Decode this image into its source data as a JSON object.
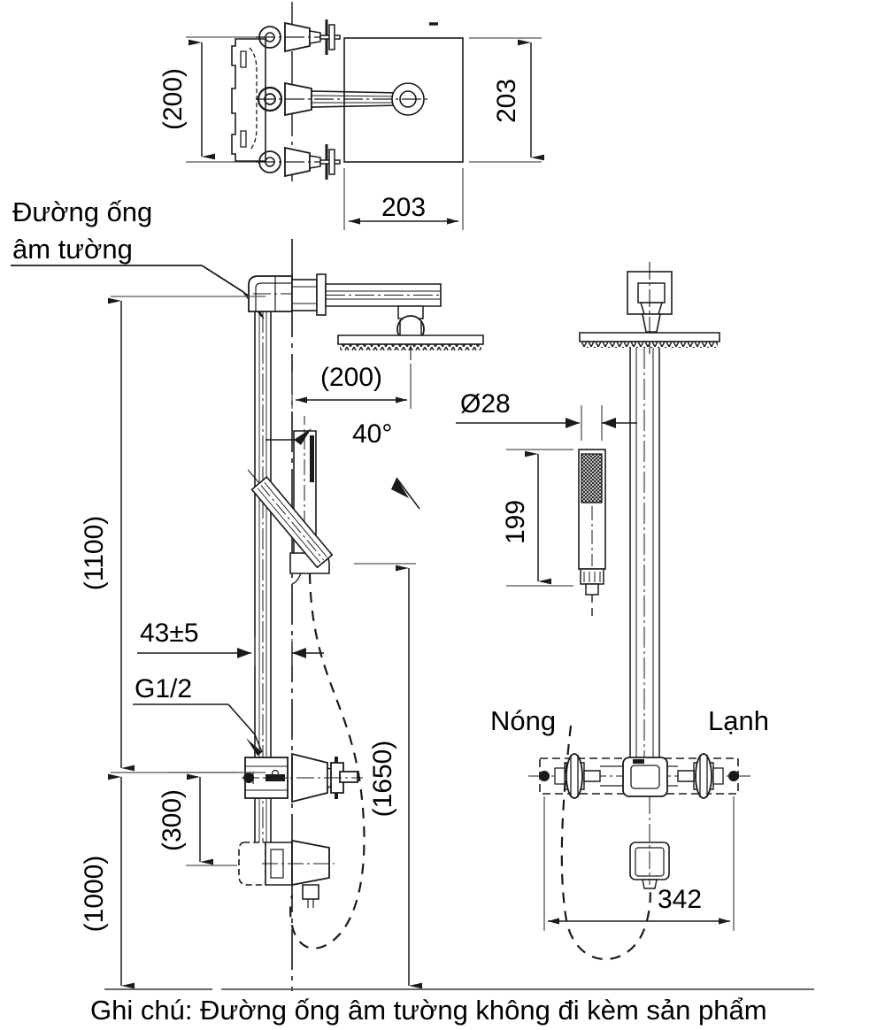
{
  "document": {
    "type": "technical-drawing",
    "subject": "Wall-mounted shower column installation dimension drawing",
    "language": "vi",
    "line_color": "#1a1a1a",
    "background_color": "#ffffff"
  },
  "labels": {
    "wall_pipe_line1": "Đường ống",
    "wall_pipe_line2": "âm tường",
    "hot": "Nóng",
    "cold": "Lạnh",
    "thread_spec": "G1/2",
    "note": "Ghi chú: Đường ống âm tường không đi kèm sản phẩm"
  },
  "dimensions": {
    "top_view_vertical": "(200)",
    "top_view_depth_right": "203",
    "top_view_width_bottom": "203",
    "overall_height": "(1100)",
    "arm_projection": "(200)",
    "spout_angle": "40°",
    "wall_offset": "43±5",
    "valve_height": "(1000)",
    "spout_drop": "(300)",
    "handshower_reach": "(1650)",
    "handshower_diameter": "Ø28",
    "handshower_length": "199",
    "valve_spread": "342"
  }
}
